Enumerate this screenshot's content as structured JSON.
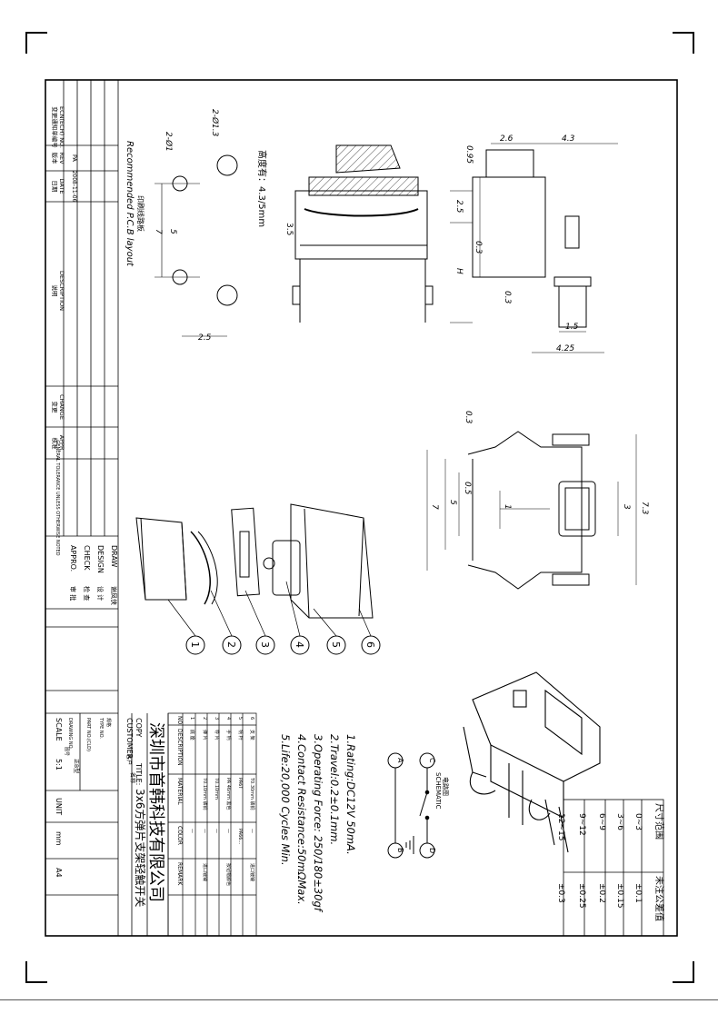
{
  "company": "深圳市首韩科技有限公司",
  "title_block": {
    "customer_label": "CUSTOMER",
    "customer_cn": "客户",
    "copy_label": "COPY",
    "title_label": "TITLE:",
    "title_cn": "名称",
    "title": "3x6方弹片支架轻触开关",
    "type_no_label": "TYPE NO.",
    "type_no_cn": "规格",
    "part_no_label": "PART NO.(CLD)",
    "drawing_no_label": "DRAWING NO.",
    "drawing_no_cn": "图号",
    "drawing_no_value": "正B型",
    "scale_label": "SCALE",
    "scale_value": "5:1",
    "unit_label": "UNIT",
    "unit_value": "mm",
    "size_value": "A4"
  },
  "revision": {
    "ecn_label": "ECN(ECH) NO.",
    "ecn_cn": "变更通知单编号",
    "rev_label": "REV",
    "rev_cn": "版本",
    "rev_value": "PA",
    "date_label": "DATE",
    "date_cn": "日期",
    "date_value": "2008-11-06",
    "desc_label": "DESCRIPTION",
    "desc_cn": "说明",
    "change_label": "CHANGE",
    "change_cn": "变更",
    "appr_label": "APPR.",
    "appr_cn": "核准",
    "general_tol": "GENERAL TOLERANCE UNLESS OTHERWISE NOTED"
  },
  "signoff": [
    {
      "en": "DRAW",
      "cn": "谢凤侠"
    },
    {
      "en": "DESIGN",
      "cn": "设 计"
    },
    {
      "en": "CHECK",
      "cn": "检 查"
    },
    {
      "en": "APPRO.",
      "cn": "审 批"
    }
  ],
  "tolerance_table": {
    "header": [
      "尺寸范围",
      "未注公差值"
    ],
    "rows": [
      [
        "0~3",
        "±0.1"
      ],
      [
        "3~6",
        "±0.15"
      ],
      [
        "6~9",
        "±0.2"
      ],
      [
        "9~12",
        "±0.25"
      ],
      [
        "12~15",
        "±0.3"
      ]
    ]
  },
  "bom": {
    "header": [
      "NO.",
      "DESCRIPTION",
      "MATERIAL",
      "COLOR",
      "REMARK"
    ],
    "rows": [
      [
        "6",
        "支 架",
        "T0.30mm 磷铜",
        "—",
        "进口镀镍"
      ],
      [
        "5",
        "柄 杆",
        "PA6T",
        "PA66...",
        ""
      ],
      [
        "4",
        "手 柄",
        "PA 46mm 黑色",
        "—",
        "按钮帽颜色"
      ],
      [
        "3",
        "导 片",
        "T0.10mm",
        "—",
        ""
      ],
      [
        "2",
        "弹 片",
        "T0.10mm 磷铜",
        "—",
        "进口镀镍"
      ],
      [
        "1",
        "底 座",
        "",
        "—",
        ""
      ]
    ]
  },
  "specs": [
    "1.Rating:DC12V 50mA.",
    "2.Travel:0.2±0.1mm.",
    "3.Operating Force: 250/180±30gf",
    "4.Contact Resistance:50mΩMax.",
    "5.Life:20,000 Cycles Min."
  ],
  "schematic": {
    "title_cn": "电路图",
    "title": "SCHEMATIC",
    "nodes": [
      "C",
      "D",
      "A",
      "B"
    ]
  },
  "pcb_layout": {
    "title_cn": "印刷线路板",
    "title": "Recommended P.C.B layout",
    "dims": [
      "2-Ø1.3",
      "2-Ø1",
      "7",
      "5",
      "2.5"
    ]
  },
  "section_view": {
    "height_note": "高度有：4.3/5mm",
    "dim": "3.5"
  },
  "side_view": {
    "dims": [
      "2.6",
      "4.3",
      "0.95",
      "2.5",
      "0.3",
      "H",
      "0.3",
      "1.5",
      "4.25"
    ]
  },
  "top_view": {
    "dims": [
      "0.3",
      "7.3",
      "3",
      "0.5",
      "5",
      "7",
      "1"
    ]
  },
  "balloons": [
    "1",
    "2",
    "3",
    "4",
    "5",
    "6"
  ]
}
